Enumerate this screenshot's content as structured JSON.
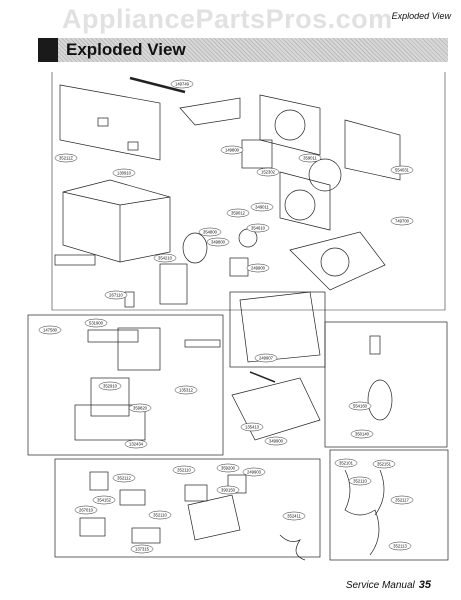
{
  "watermark": "AppliancePartsPros.com",
  "header": {
    "section_label": "Exploded View",
    "title": "Exploded View"
  },
  "footer": {
    "text": "Service Manual",
    "page": "35"
  },
  "parts": [
    {
      "id": "p1",
      "label": "149749"
    },
    {
      "id": "p2",
      "label": "35211Z"
    },
    {
      "id": "p3",
      "label": "149800"
    },
    {
      "id": "p4",
      "label": "152302"
    },
    {
      "id": "p5",
      "label": "359011"
    },
    {
      "id": "p6",
      "label": "554031"
    },
    {
      "id": "p7",
      "label": "130910"
    },
    {
      "id": "p8",
      "label": "349011"
    },
    {
      "id": "p9",
      "label": "359012"
    },
    {
      "id": "p10",
      "label": "354800"
    },
    {
      "id": "p11",
      "label": "349800"
    },
    {
      "id": "p12",
      "label": "354610"
    },
    {
      "id": "p13",
      "label": "354210"
    },
    {
      "id": "p14",
      "label": "249900"
    },
    {
      "id": "p15",
      "label": "749700"
    },
    {
      "id": "p16",
      "label": "267110"
    },
    {
      "id": "p17",
      "label": "147580"
    },
    {
      "id": "p18",
      "label": "531900"
    },
    {
      "id": "p19",
      "label": "352910"
    },
    {
      "id": "p20",
      "label": "135312"
    },
    {
      "id": "p21",
      "label": "249907"
    },
    {
      "id": "p22",
      "label": "359820"
    },
    {
      "id": "p23",
      "label": "132434"
    },
    {
      "id": "p24",
      "label": "135413"
    },
    {
      "id": "p25",
      "label": "349900"
    },
    {
      "id": "p26",
      "label": "554160"
    },
    {
      "id": "p27",
      "label": "350140"
    },
    {
      "id": "p28",
      "label": "249903"
    },
    {
      "id": "p29",
      "label": "352112"
    },
    {
      "id": "p30",
      "label": "352110"
    },
    {
      "id": "p31",
      "label": "359200"
    },
    {
      "id": "p32",
      "label": "352110"
    },
    {
      "id": "p33",
      "label": "390150"
    },
    {
      "id": "p34",
      "label": "352411"
    },
    {
      "id": "p35",
      "label": "354152"
    },
    {
      "id": "p36",
      "label": "267010"
    },
    {
      "id": "p37",
      "label": "137315"
    },
    {
      "id": "p38",
      "label": "352101"
    },
    {
      "id": "p39",
      "label": "352151"
    },
    {
      "id": "p40",
      "label": "352110"
    },
    {
      "id": "p41",
      "label": "352117"
    },
    {
      "id": "p42",
      "label": "352113"
    }
  ]
}
